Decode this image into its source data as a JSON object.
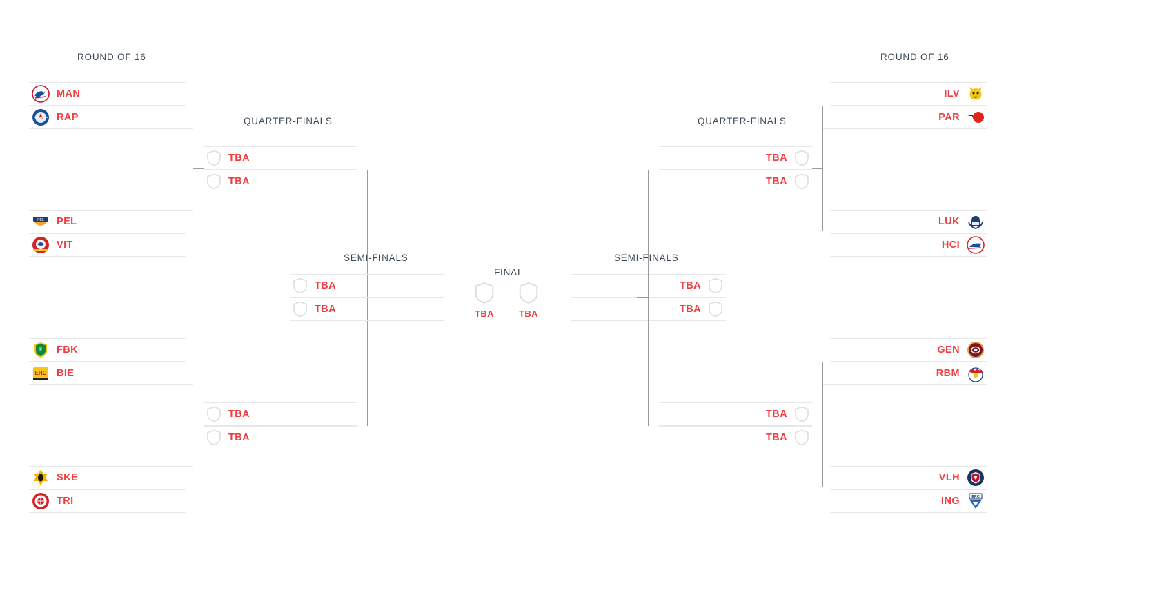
{
  "headers": {
    "r16_left": "ROUND OF 16",
    "r16_right": "ROUND OF 16",
    "qf_left": "QUARTER-FINALS",
    "qf_right": "QUARTER-FINALS",
    "sf_left": "SEMI-FINALS",
    "sf_right": "SEMI-FINALS",
    "final": "FINAL"
  },
  "colors": {
    "team_text": "#ef3e42",
    "header_text": "#3c4a57",
    "connector": "#9a9a9f",
    "row_divider": "#e8e8e8"
  },
  "placeholder_label": "TBA",
  "rounds": {
    "round_of_16_left": [
      {
        "abbr": "MAN",
        "logo": "man-logo"
      },
      {
        "abbr": "RAP",
        "logo": "rap-logo"
      },
      {
        "abbr": "PEL",
        "logo": "pel-logo"
      },
      {
        "abbr": "VIT",
        "logo": "vit-logo"
      },
      {
        "abbr": "FBK",
        "logo": "fbk-logo"
      },
      {
        "abbr": "BIE",
        "logo": "bie-logo"
      },
      {
        "abbr": "SKE",
        "logo": "ske-logo"
      },
      {
        "abbr": "TRI",
        "logo": "tri-logo"
      }
    ],
    "round_of_16_right": [
      {
        "abbr": "ILV",
        "logo": "ilv-logo"
      },
      {
        "abbr": "PAR",
        "logo": "par-logo"
      },
      {
        "abbr": "LUK",
        "logo": "luk-logo"
      },
      {
        "abbr": "HCI",
        "logo": "hci-logo"
      },
      {
        "abbr": "GEN",
        "logo": "gen-logo"
      },
      {
        "abbr": "RBM",
        "logo": "rbm-logo"
      },
      {
        "abbr": "VLH",
        "logo": "vlh-logo"
      },
      {
        "abbr": "ING",
        "logo": "ing-logo"
      }
    ],
    "quarter_finals_left": [
      {
        "abbr": "TBA"
      },
      {
        "abbr": "TBA"
      },
      {
        "abbr": "TBA"
      },
      {
        "abbr": "TBA"
      }
    ],
    "quarter_finals_right": [
      {
        "abbr": "TBA"
      },
      {
        "abbr": "TBA"
      },
      {
        "abbr": "TBA"
      },
      {
        "abbr": "TBA"
      }
    ],
    "semi_finals_left": [
      {
        "abbr": "TBA"
      },
      {
        "abbr": "TBA"
      }
    ],
    "semi_finals_right": [
      {
        "abbr": "TBA"
      },
      {
        "abbr": "TBA"
      }
    ],
    "final": [
      {
        "abbr": "TBA"
      },
      {
        "abbr": "TBA"
      }
    ]
  }
}
